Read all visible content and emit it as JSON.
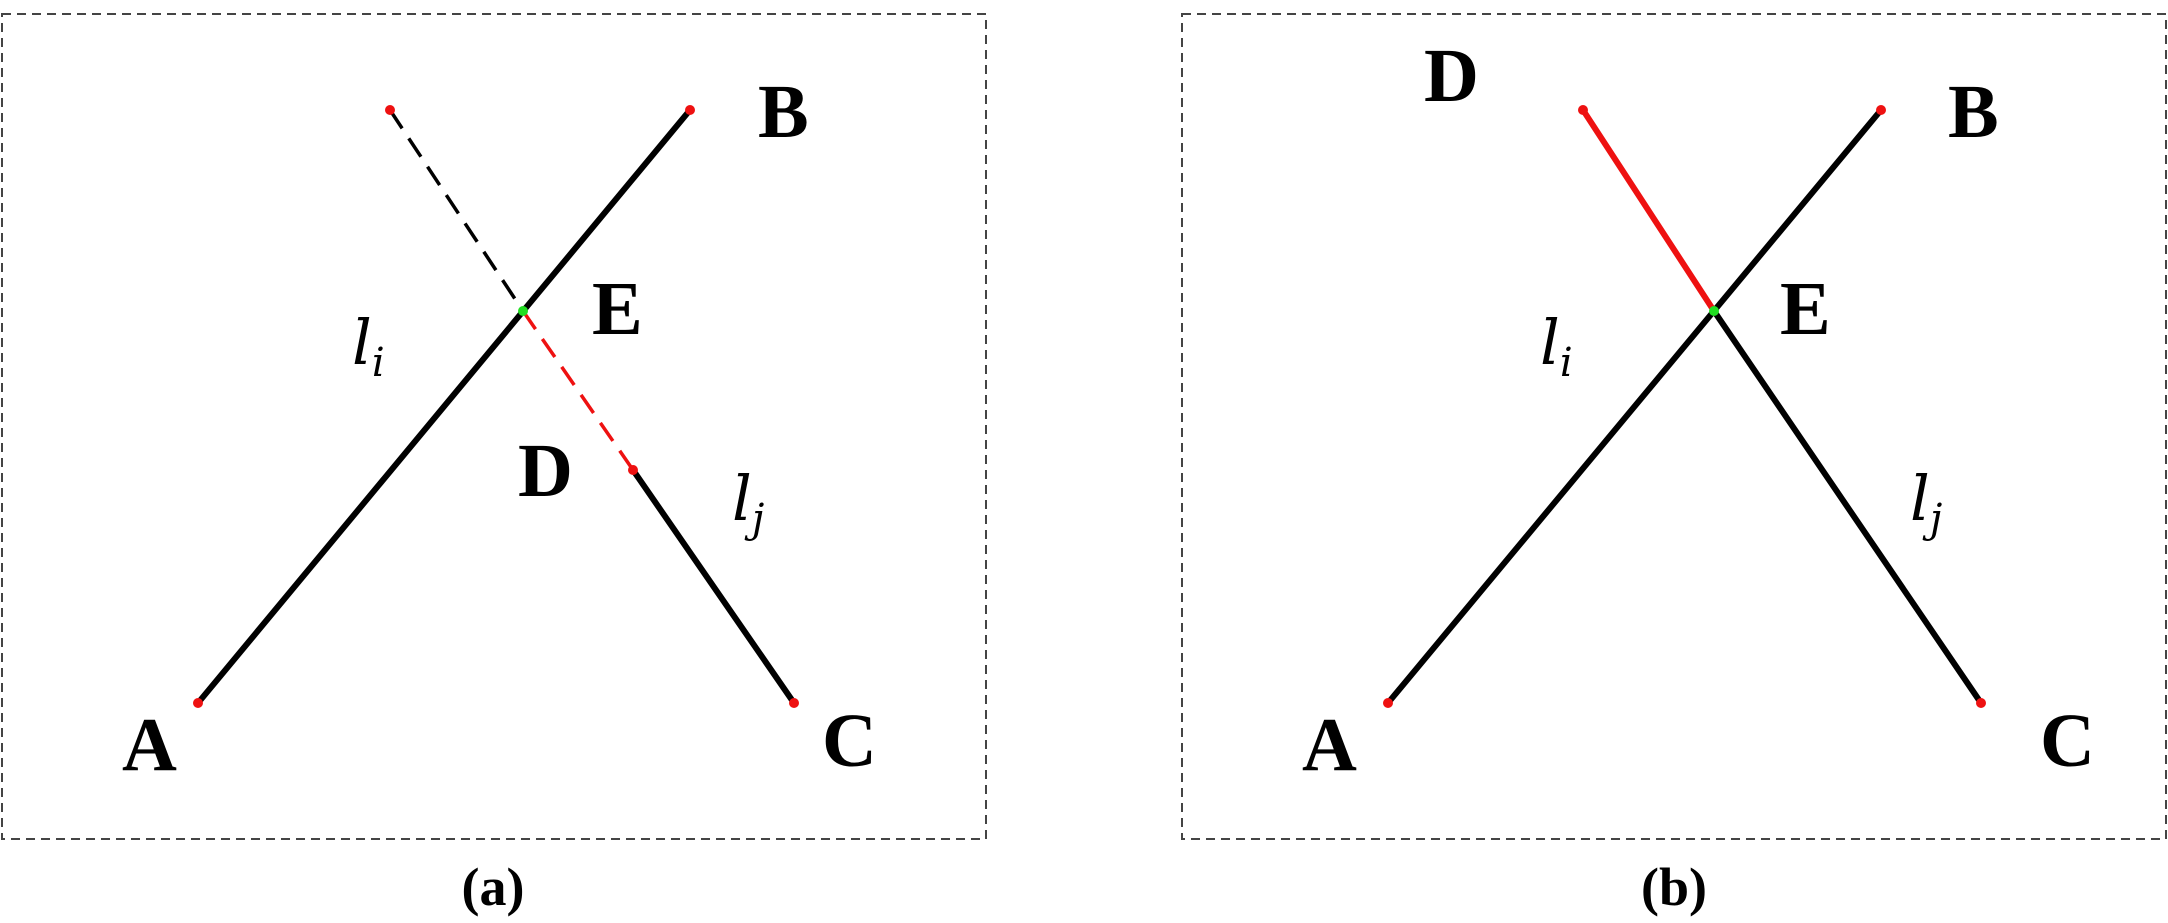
{
  "panels": [
    {
      "caption": "(a)",
      "labels": {
        "A": "A",
        "B": "B",
        "C": "C",
        "D": "D",
        "E": "E"
      },
      "line_i": {
        "base": "l",
        "sub": "i"
      },
      "line_j": {
        "base": "l",
        "sub": "j"
      }
    },
    {
      "caption": "(b)",
      "labels": {
        "A": "A",
        "B": "B",
        "C": "C",
        "D": "D",
        "E": "E"
      },
      "line_i": {
        "base": "l",
        "sub": "i"
      },
      "line_j": {
        "base": "l",
        "sub": "j"
      }
    }
  ],
  "colors": {
    "segment": "#000000",
    "highlight": "#ee1111",
    "endpoint": "#ee1111",
    "intersection": "#22dd22",
    "frame": "#444444"
  }
}
